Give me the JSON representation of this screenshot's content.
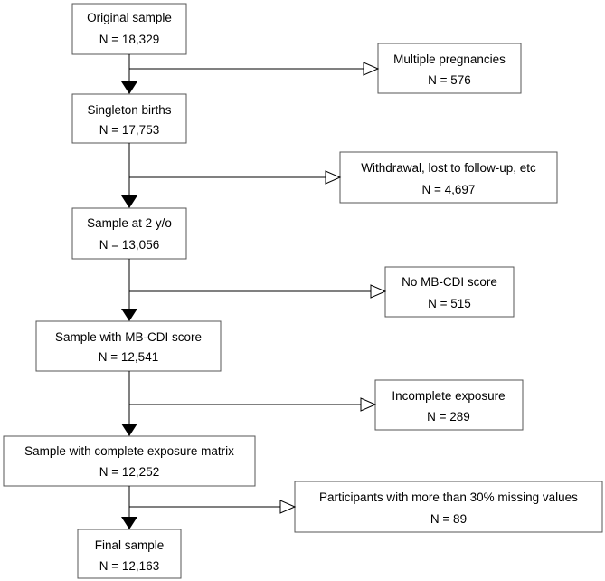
{
  "main_steps": [
    {
      "label": "Original sample",
      "count": "N = 18,329"
    },
    {
      "label": "Singleton births",
      "count": "N = 17,753"
    },
    {
      "label": "Sample at 2 y/o",
      "count": "N = 13,056"
    },
    {
      "label": "Sample with MB-CDI score",
      "count": "N = 12,541"
    },
    {
      "label": "Sample with complete exposure matrix",
      "count": "N = 12,252"
    },
    {
      "label": "Final sample",
      "count": "N = 12,163"
    }
  ],
  "exclusions": [
    {
      "label": "Multiple pregnancies",
      "count": "N = 576"
    },
    {
      "label": "Withdrawal, lost to follow-up, etc",
      "count": "N = 4,697"
    },
    {
      "label": "No MB-CDI score",
      "count": "N = 515"
    },
    {
      "label": "Incomplete exposure",
      "count": "N = 289"
    },
    {
      "label": "Participants with more than 30% missing values",
      "count": "N = 89"
    }
  ],
  "colors": {
    "box_border": "#555555",
    "line": "#000000",
    "background": "#ffffff"
  }
}
